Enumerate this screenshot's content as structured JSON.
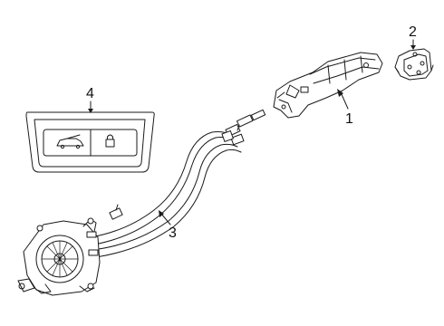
{
  "diagram": {
    "callouts": [
      {
        "id": "1",
        "label": "1"
      },
      {
        "id": "2",
        "label": "2"
      },
      {
        "id": "3",
        "label": "3"
      },
      {
        "id": "4",
        "label": "4"
      }
    ],
    "switch_panel": {
      "buttons": [
        {
          "icon": "trunk-open-icon"
        },
        {
          "icon": "lock-icon"
        }
      ]
    }
  }
}
